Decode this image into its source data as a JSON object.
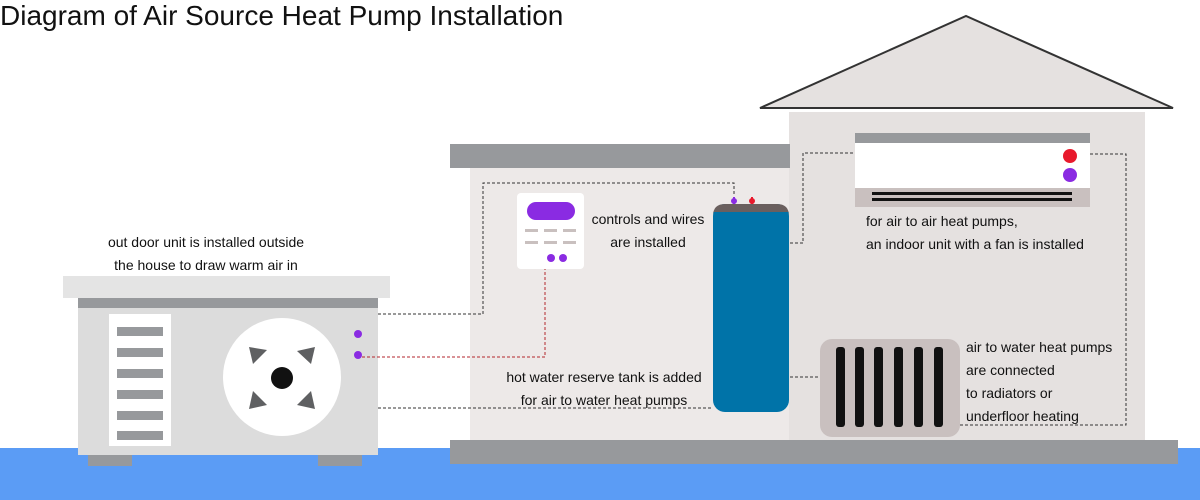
{
  "title": "Diagram of Air Source Heat Pump Installation",
  "labels": {
    "outdoor_unit": [
      "out door unit is installed outside",
      "the house to draw warm air in"
    ],
    "controls": [
      "controls and wires",
      "are installed"
    ],
    "tank": [
      "hot water reserve tank is added",
      "for air to water heat pumps"
    ],
    "indoor_unit": [
      "for air to air heat pumps,",
      "an indoor unit with a fan is installed"
    ],
    "radiator": [
      "air to water heat pumps",
      "are connected",
      "to radiators or",
      "underfloor heating"
    ]
  },
  "colors": {
    "ground": "#5b9cf5",
    "wall": "#ede9e8",
    "slab": "#97999c",
    "unit_body": "#dcdcdc",
    "unit_top": "#e4e4e4",
    "accent_purple": "#8a2be2",
    "hot_red": "#e8192c",
    "tank_blue": "#0073a8",
    "radiator": "#c9c0bf",
    "fan_blade": "#5f6062"
  }
}
